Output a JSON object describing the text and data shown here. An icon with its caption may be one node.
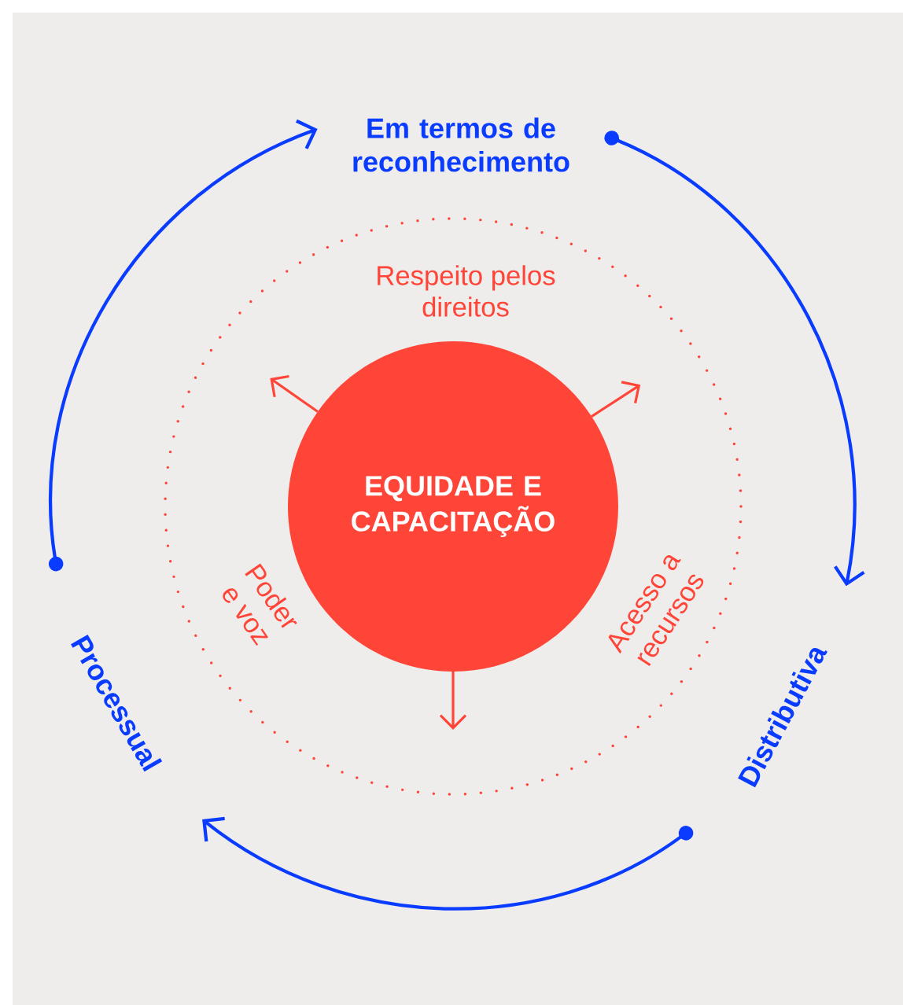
{
  "diagram": {
    "nodes": [
      {
        "text": [
          "EQUIDADE E CAPACITAÇÃO"
        ]
      },
      {
        "text": [
          "Em termos de reconhecimento"
        ]
      },
      {
        "text": [
          "Distributiva"
        ]
      },
      {
        "text": [
          "Processual"
        ]
      }
    ],
    "edges": [
      {
        "from": 1,
        "to": 2,
        "arrow": "to"
      },
      {
        "from": 2,
        "to": 3,
        "arrow": "to"
      },
      {
        "from": 3,
        "to": 1,
        "arrow": "to"
      }
    ],
    "labels": [
      "Respeito pelos direitos",
      "Poder e voz",
      "Acesso a recursos"
    ]
  }
}
